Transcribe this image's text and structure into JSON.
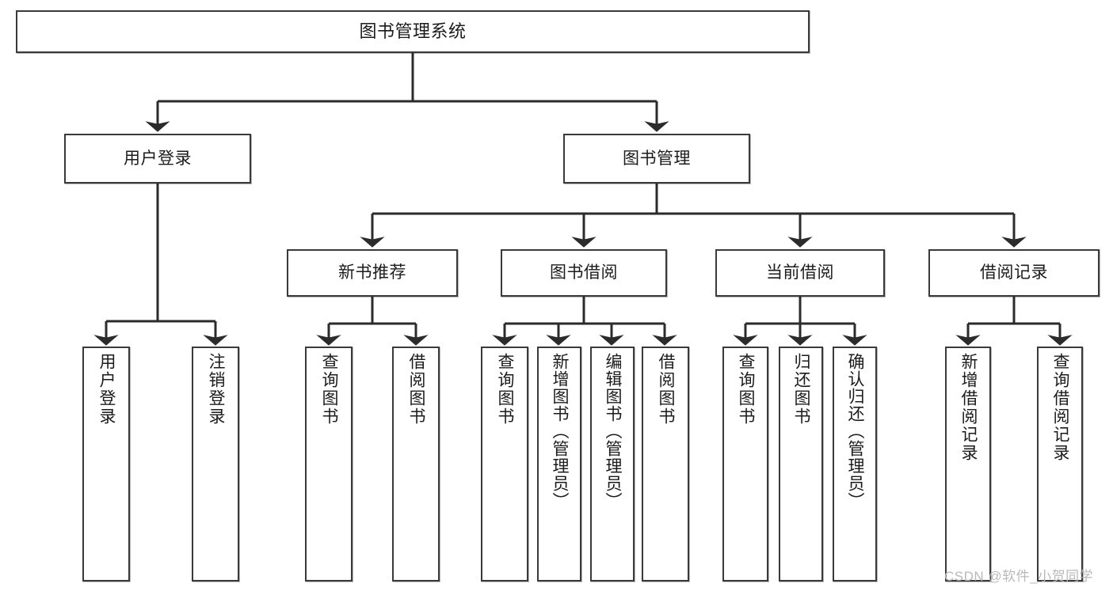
{
  "diagram": {
    "title": "图书管理系统",
    "type": "tree-hierarchy-functional-structure",
    "orientation": "top-down",
    "colors": {
      "box_border": "#3a3a3a",
      "box_fill": "#ffffff",
      "edge": "#2b2b2b",
      "text": "#1b1b1b",
      "watermark": "#b9b9b9",
      "background": "#ffffff"
    }
  },
  "nodes": {
    "root": {
      "label": "图书管理系统"
    },
    "level2": [
      {
        "id": "user-login",
        "label": "用户登录"
      },
      {
        "id": "book-manage",
        "label": "图书管理"
      }
    ],
    "level3": [
      {
        "id": "new-book-recommend",
        "label": "新书推荐"
      },
      {
        "id": "book-borrow",
        "label": "图书借阅"
      },
      {
        "id": "current-borrow",
        "label": "当前借阅"
      },
      {
        "id": "borrow-record",
        "label": "借阅记录"
      }
    ],
    "leaves": [
      {
        "id": "leaf-user-login",
        "label": "用户登录",
        "parent": "user-login"
      },
      {
        "id": "leaf-logout-login",
        "label": "注销登录",
        "parent": "user-login"
      },
      {
        "id": "leaf-query-book-1",
        "label": "查询图书",
        "parent": "new-book-recommend"
      },
      {
        "id": "leaf-borrow-book-1",
        "label": "借阅图书",
        "parent": "new-book-recommend"
      },
      {
        "id": "leaf-query-book-2",
        "label": "查询图书",
        "parent": "book-borrow"
      },
      {
        "id": "leaf-add-book",
        "label": "新增图书（管理员）",
        "parent": "book-borrow"
      },
      {
        "id": "leaf-edit-book",
        "label": "编辑图书（管理员）",
        "parent": "book-borrow"
      },
      {
        "id": "leaf-borrow-book-2",
        "label": "借阅图书",
        "parent": "book-borrow"
      },
      {
        "id": "leaf-query-book-3",
        "label": "查询图书",
        "parent": "current-borrow"
      },
      {
        "id": "leaf-return-book",
        "label": "归还图书",
        "parent": "current-borrow"
      },
      {
        "id": "leaf-confirm-return",
        "label": "确认归还（管理员）",
        "parent": "current-borrow"
      },
      {
        "id": "leaf-add-record",
        "label": "新增借阅记录",
        "parent": "borrow-record"
      },
      {
        "id": "leaf-query-record",
        "label": "查询借阅记录",
        "parent": "borrow-record"
      }
    ]
  },
  "watermark": {
    "text": "CSDN @软件_小贺同学"
  }
}
